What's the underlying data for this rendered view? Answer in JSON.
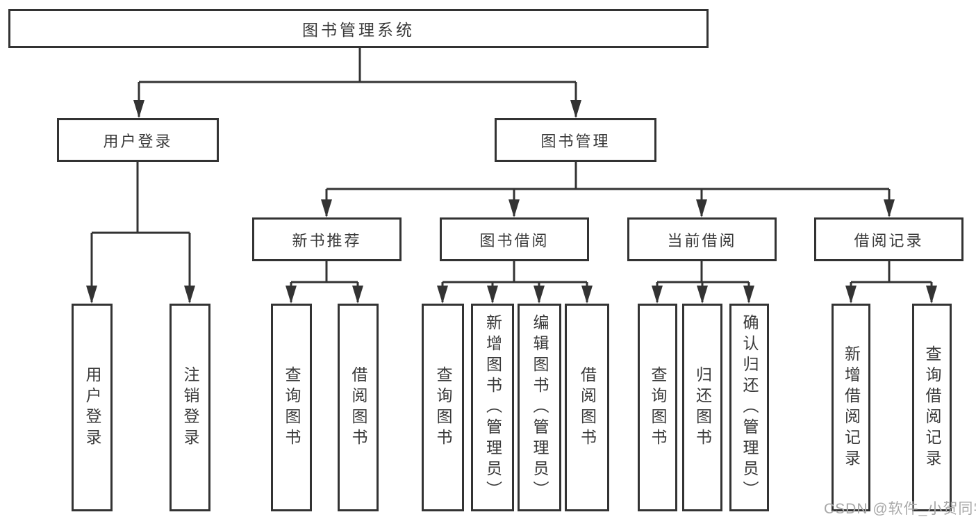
{
  "diagram": {
    "title": "图书管理系统",
    "type": "hierarchy-tree",
    "colors": {
      "line": "#333333",
      "box_border": "#333333",
      "box_fill": "#ffffff",
      "text": "#3a3a3a",
      "watermark": "#a8a8a8"
    },
    "nodes": {
      "root": "图书管理系统",
      "user_login": "用户登录",
      "book_mgmt": "图书管理",
      "login": "用户登录",
      "logout": "注销登录",
      "new_book_rec": "新书推荐",
      "book_borrow": "图书借阅",
      "current_borrow": "当前借阅",
      "borrow_record": "借阅记录",
      "rec_query_books": "查询图书",
      "rec_borrow_books": "借阅图书",
      "bb_query_books": "查询图书",
      "bb_add_books": "新增图书（管理员）",
      "bb_edit_books": "编辑图书（管理员）",
      "bb_borrow_books": "借阅图书",
      "cb_query_books": "查询图书",
      "cb_return_books": "归还图书",
      "cb_confirm_return": "确认归还（管理员）",
      "br_add_record": "新增借阅记录",
      "br_query_record": "查询借阅记录"
    },
    "edges": [
      [
        "root",
        "user_login"
      ],
      [
        "root",
        "book_mgmt"
      ],
      [
        "user_login",
        "login"
      ],
      [
        "user_login",
        "logout"
      ],
      [
        "book_mgmt",
        "new_book_rec"
      ],
      [
        "book_mgmt",
        "book_borrow"
      ],
      [
        "book_mgmt",
        "current_borrow"
      ],
      [
        "book_mgmt",
        "borrow_record"
      ],
      [
        "new_book_rec",
        "rec_query_books"
      ],
      [
        "new_book_rec",
        "rec_borrow_books"
      ],
      [
        "book_borrow",
        "bb_query_books"
      ],
      [
        "book_borrow",
        "bb_add_books"
      ],
      [
        "book_borrow",
        "bb_edit_books"
      ],
      [
        "book_borrow",
        "bb_borrow_books"
      ],
      [
        "current_borrow",
        "cb_query_books"
      ],
      [
        "current_borrow",
        "cb_return_books"
      ],
      [
        "current_borrow",
        "cb_confirm_return"
      ],
      [
        "borrow_record",
        "br_add_record"
      ],
      [
        "borrow_record",
        "br_query_record"
      ]
    ],
    "watermark": "CSDN @软件_小贺同学"
  }
}
